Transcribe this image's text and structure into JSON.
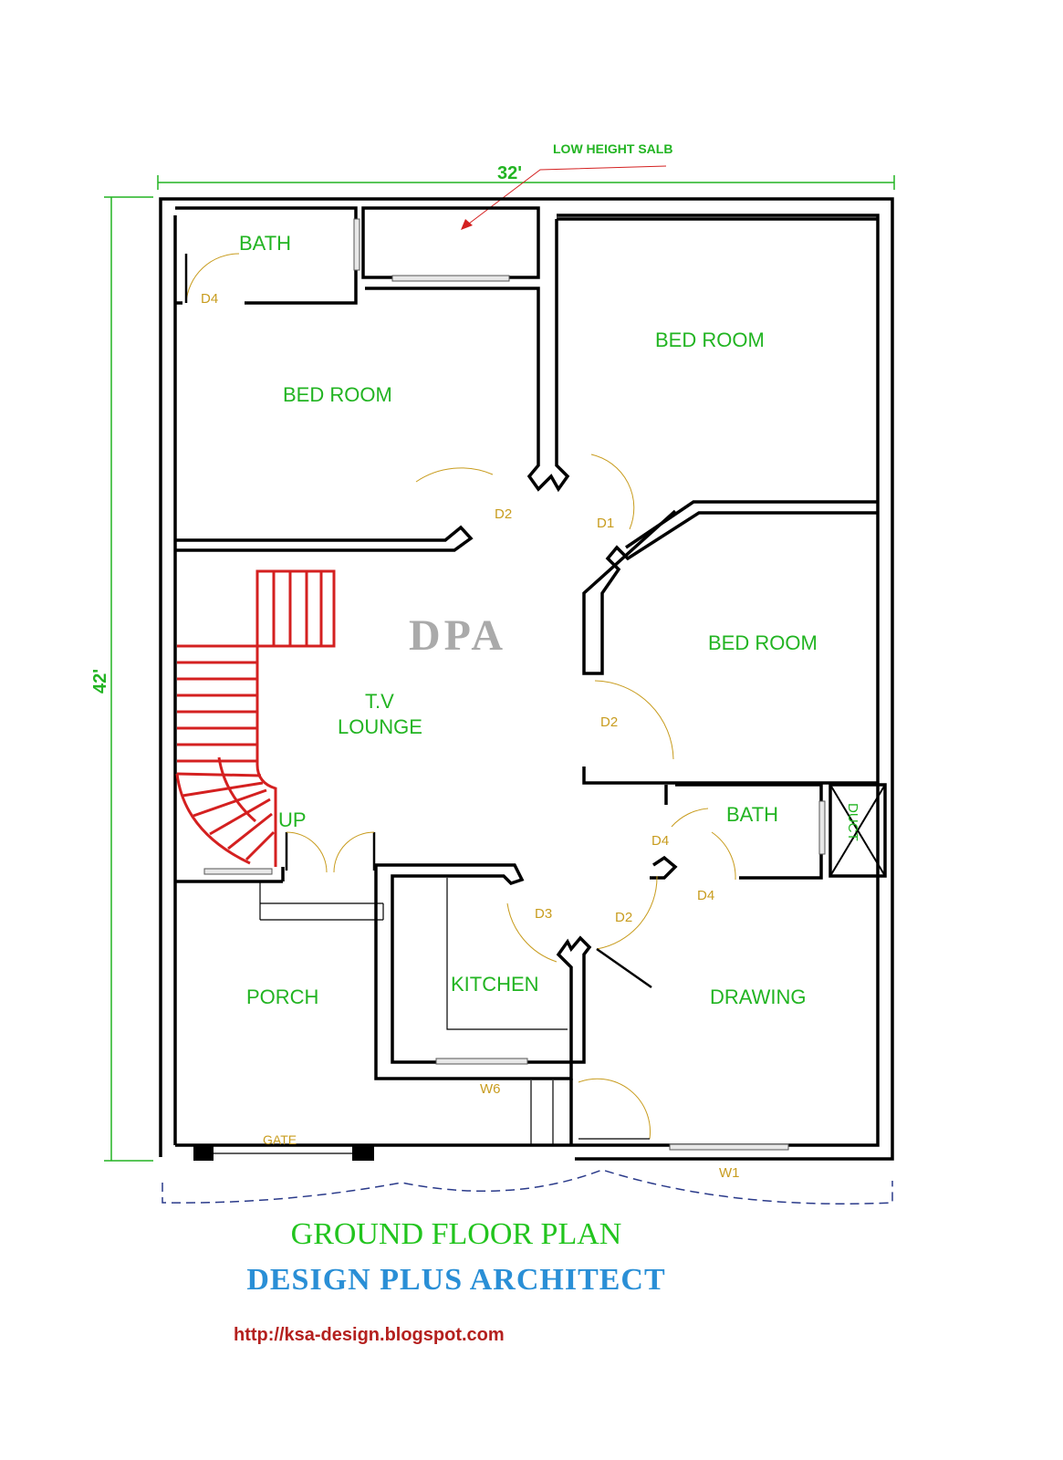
{
  "dimensions": {
    "width_label": "32'",
    "height_label": "42'"
  },
  "notes": {
    "slab_note": "LOW HEIGHT SALB"
  },
  "rooms": {
    "bath_top": "BATH",
    "bed_room_left": "BED ROOM",
    "bed_room_top_right": "BED ROOM",
    "bed_room_mid_right": "BED ROOM",
    "tv_lounge_line1": "T.V",
    "tv_lounge_line2": "LOUNGE",
    "bath_mid": "BATH",
    "porch": "PORCH",
    "kitchen": "KITCHEN",
    "drawing": "DRAWING",
    "duct": "DUCT",
    "stair_up": "UP"
  },
  "watermark": "DPA",
  "doors": {
    "d4_top": "D4",
    "d2_left": "D2",
    "d1": "D1",
    "d2_mid": "D2",
    "d4_bath": "D4",
    "d4_drawing": "D4",
    "d3": "D3",
    "d2_drawing": "D2"
  },
  "windows": {
    "w6": "W6",
    "w1": "W1"
  },
  "gate": "GATE",
  "titles": {
    "plan_title": "GROUND FLOOR PLAN",
    "firm_name": "DESIGN PLUS ARCHITECT",
    "url": "http://ksa-design.blogspot.com"
  },
  "colors": {
    "room_label": "#22b422",
    "door_label": "#c89c1e",
    "stair": "#d42020",
    "firm_name": "#2a8fd6",
    "url": "#b4201e"
  }
}
